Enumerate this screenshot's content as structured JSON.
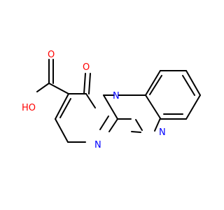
{
  "molecule": {
    "atom_labels": {
      "carbonyl_oxygen": "O",
      "acid_oxygen": "O",
      "hydroxyl": "HO",
      "ring_nitrogen_bridge": "N",
      "ring_nitrogen_upper": "N",
      "ring_nitrogen_lower": "N"
    },
    "colors": {
      "bond": "#000000",
      "oxygen": "#ff0000",
      "nitrogen": "#0000ff"
    }
  }
}
